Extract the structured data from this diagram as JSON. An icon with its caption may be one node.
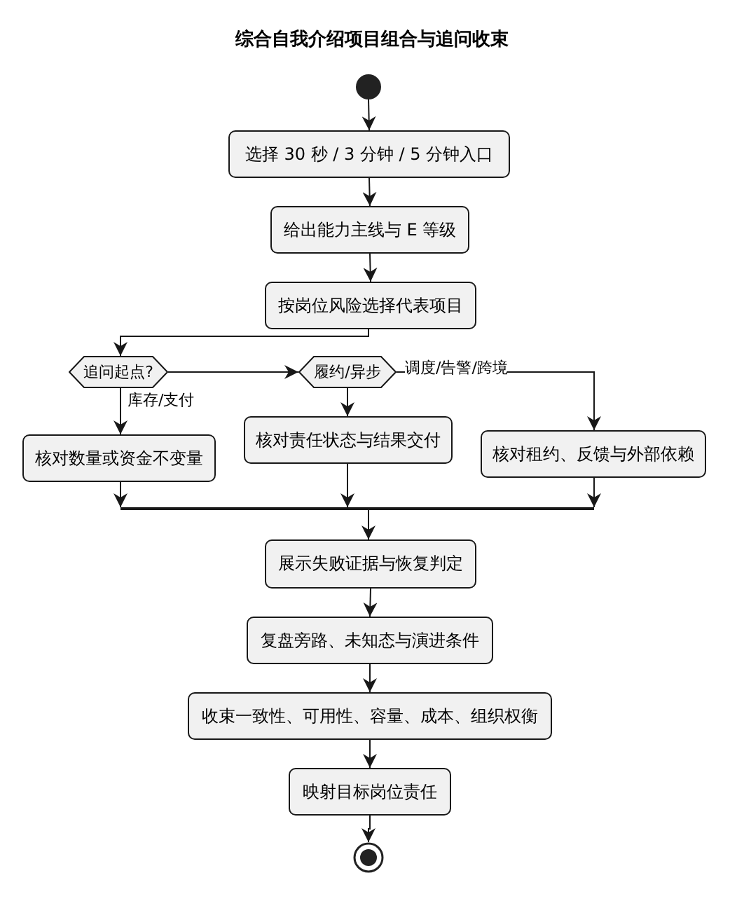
{
  "diagram": {
    "title": "综合自我介绍项目组合与追问收束",
    "nodes": [
      {
        "text": [],
        "shape": "circle"
      },
      {
        "text": [
          "选择 30 秒 / 3 分钟 / 5 分钟入口"
        ]
      },
      {
        "text": [
          "给出能力主线与 E 等级"
        ]
      },
      {
        "text": [
          "按岗位风险选择代表项目"
        ]
      },
      {
        "text": [
          "追问起点?"
        ]
      },
      {
        "text": [
          "履约/异步"
        ]
      },
      {
        "text": [
          "核对数量或资金不变量"
        ]
      },
      {
        "text": [
          "核对责任状态与结果交付"
        ]
      },
      {
        "text": [
          "核对租约、反馈与外部依赖"
        ]
      },
      {
        "text": [],
        "shape": "bar"
      },
      {
        "text": [
          "展示失败证据与恢复判定"
        ]
      },
      {
        "text": [
          "复盘旁路、未知态与演进条件"
        ]
      },
      {
        "text": [
          "收束一致性、可用性、容量、成本、组织权衡"
        ]
      },
      {
        "text": [
          "映射目标岗位责任"
        ]
      },
      {
        "text": [],
        "shape": "circle"
      }
    ],
    "edges": [
      {
        "from": 0,
        "to": 1,
        "arrow": "to"
      },
      {
        "from": 1,
        "to": 2,
        "arrow": "to"
      },
      {
        "from": 2,
        "to": 3,
        "arrow": "to"
      },
      {
        "from": 3,
        "to": 4,
        "arrow": "to"
      },
      {
        "from": 4,
        "to": 5,
        "arrow": "to"
      },
      {
        "from": 4,
        "to": 6,
        "arrow": "to",
        "label": "库存/支付"
      },
      {
        "from": 5,
        "to": 7,
        "arrow": "to"
      },
      {
        "from": 5,
        "to": 8,
        "arrow": "to",
        "label": "调度/告警/跨境"
      },
      {
        "from": 6,
        "to": 9,
        "arrow": "to"
      },
      {
        "from": 7,
        "to": 9,
        "arrow": "to"
      },
      {
        "from": 8,
        "to": 9,
        "arrow": "to"
      },
      {
        "from": 9,
        "to": 10,
        "arrow": "to"
      },
      {
        "from": 10,
        "to": 11,
        "arrow": "to"
      },
      {
        "from": 11,
        "to": 12,
        "arrow": "to"
      },
      {
        "from": 12,
        "to": 13,
        "arrow": "to"
      },
      {
        "from": 13,
        "to": 14,
        "arrow": "to"
      }
    ]
  }
}
